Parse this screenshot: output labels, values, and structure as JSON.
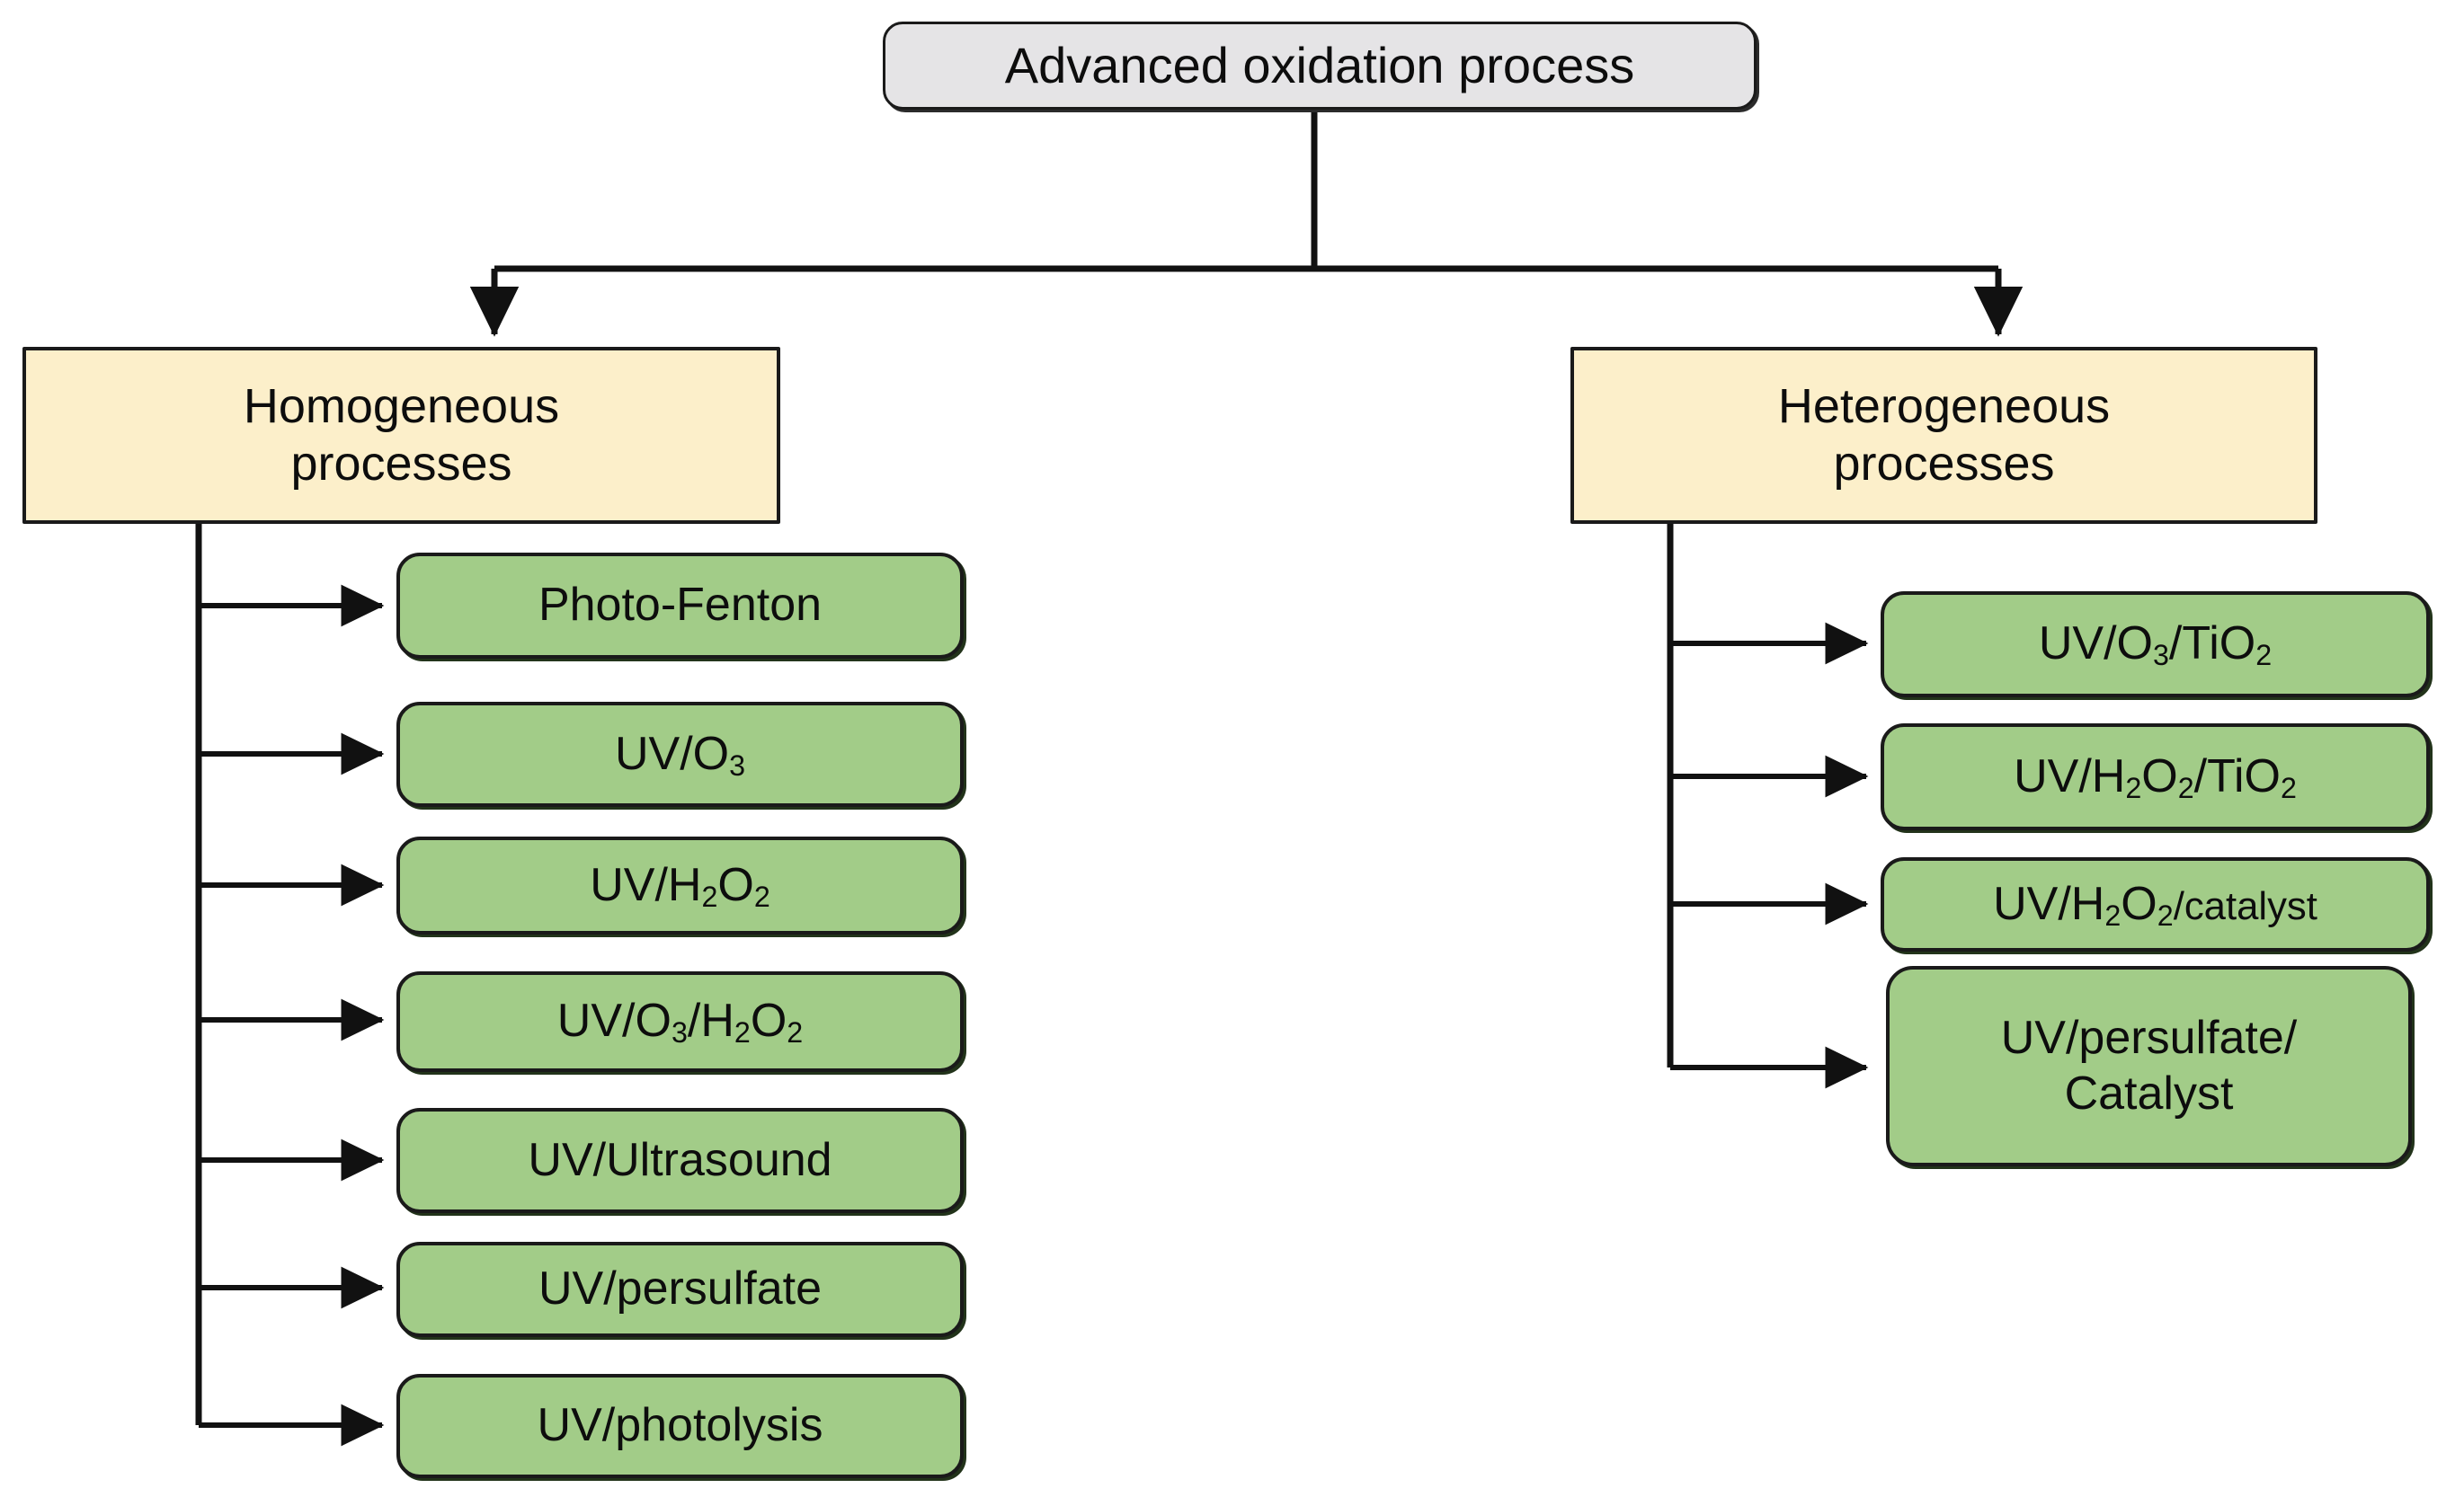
{
  "diagram": {
    "title": "Advanced oxidation process",
    "type": "hierarchy-flowchart",
    "colors": {
      "root_fill": "#e5e4e6",
      "branch_fill": "#fcefca",
      "leaf_fill": "#a2cc88",
      "stroke": "#111111",
      "text": "#0d0d0d",
      "background": "#ffffff"
    },
    "root": {
      "label": "Advanced oxidation process"
    },
    "branches": [
      {
        "id": "homogeneous",
        "label": "Homogeneous\nprocesses",
        "leaves": [
          {
            "label": "Photo-Fenton",
            "html": "Photo-Fenton"
          },
          {
            "label": "UV/O3",
            "html": "UV/O<sub>3</sub>"
          },
          {
            "label": "UV/H2O2",
            "html": "UV/H<sub>2</sub>O<sub>2</sub>"
          },
          {
            "label": "UV/O3/H2O2",
            "html": "UV/O<sub>3</sub>/H<sub>2</sub>O<sub>2</sub>"
          },
          {
            "label": "UV/Ultrasound",
            "html": "UV/Ultrasound"
          },
          {
            "label": "UV/persulfate",
            "html": "UV/persulfate"
          },
          {
            "label": "UV/photolysis",
            "html": "UV/photolysis"
          }
        ]
      },
      {
        "id": "heterogeneous",
        "label": "Heterogeneous\nprocesses",
        "leaves": [
          {
            "label": "UV/O3/TiO2",
            "html": "UV/O<sub>3</sub>/TiO<sub>2</sub>"
          },
          {
            "label": "UV/H2O2/TiO2",
            "html": "UV/H<sub>2</sub>O<sub>2</sub>/TiO<sub>2</sub>"
          },
          {
            "label": "UV/H2O2/catalyst",
            "html": "UV/H<sub>2</sub>O<sub>2</sub><span class=\"small-tail\">/catalyst</span>"
          },
          {
            "label": "UV/persulfate/ Catalyst",
            "html": "UV/persulfate/<br>Catalyst"
          }
        ]
      }
    ]
  }
}
